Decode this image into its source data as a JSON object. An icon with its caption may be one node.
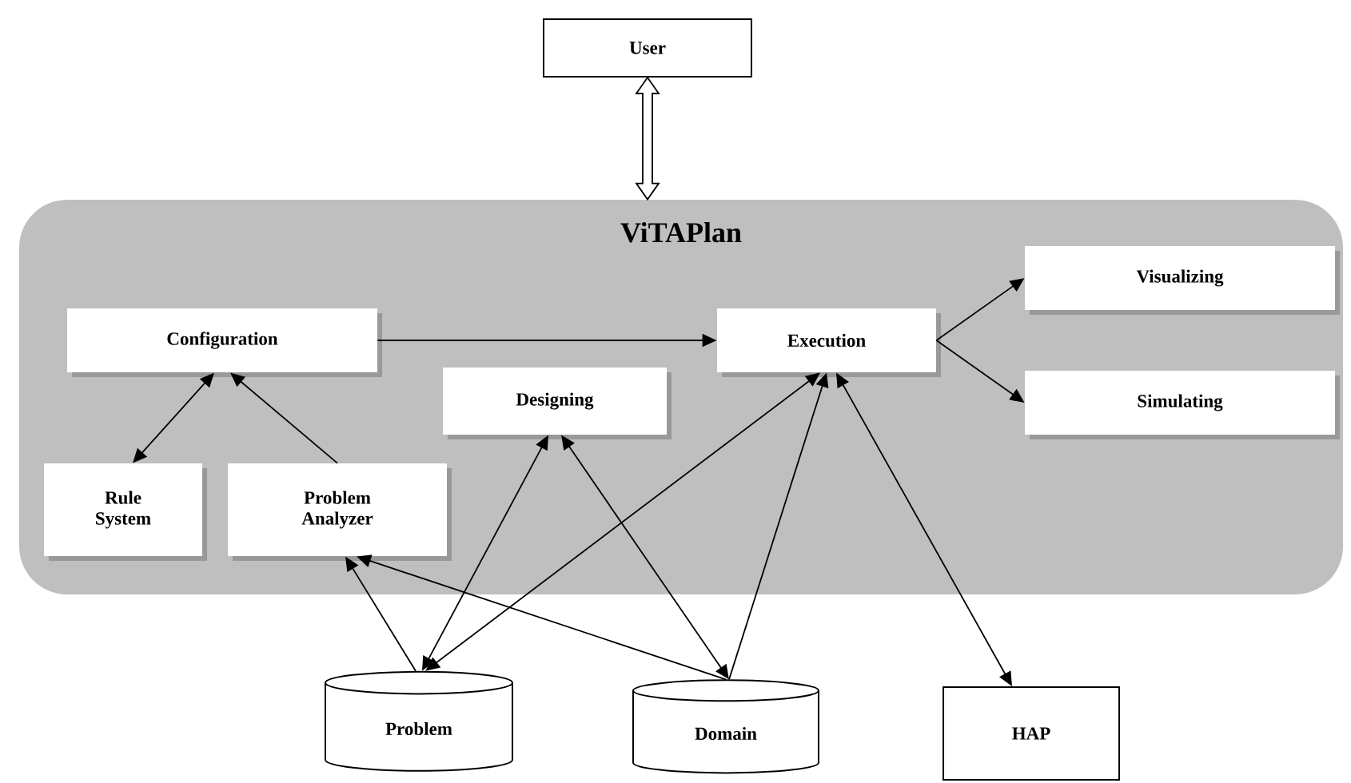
{
  "diagram": {
    "nodes": [
      {
        "text": [
          "User"
        ]
      },
      {
        "text": [
          "ViTAPlan"
        ]
      },
      {
        "text": [
          "Configuration"
        ],
        "in": 1
      },
      {
        "text": [
          "Execution"
        ],
        "in": 1
      },
      {
        "text": [
          "Visualizing"
        ],
        "in": 1
      },
      {
        "text": [
          "Simulating"
        ],
        "in": 1
      },
      {
        "text": [
          "Designing"
        ],
        "in": 1
      },
      {
        "text": [
          "Rule System"
        ],
        "in": 1
      },
      {
        "text": [
          "Problem Analyzer"
        ],
        "in": 1
      },
      {
        "text": [
          "Problem"
        ]
      },
      {
        "text": [
          "Domain"
        ]
      },
      {
        "text": [
          "HAP"
        ]
      }
    ],
    "edges": [
      {
        "from": 0,
        "to": 1,
        "arrow": "both",
        "style": "thick"
      },
      {
        "from": 2,
        "to": 3,
        "arrow": "to"
      },
      {
        "from": 2,
        "to": 7,
        "arrow": "both"
      },
      {
        "from": 8,
        "to": 2,
        "arrow": "to"
      },
      {
        "from": 3,
        "to": 4,
        "arrow": "to"
      },
      {
        "from": 3,
        "to": 5,
        "arrow": "to"
      },
      {
        "from": 9,
        "to": 6,
        "arrow": "both"
      },
      {
        "from": 6,
        "to": 10,
        "arrow": "both"
      },
      {
        "from": 9,
        "to": 8,
        "arrow": "to"
      },
      {
        "from": 10,
        "to": 8,
        "arrow": "to"
      },
      {
        "from": 9,
        "to": 3,
        "arrow": "both"
      },
      {
        "from": 10,
        "to": 3,
        "arrow": "to"
      },
      {
        "from": 3,
        "to": 11,
        "arrow": "both"
      }
    ]
  }
}
